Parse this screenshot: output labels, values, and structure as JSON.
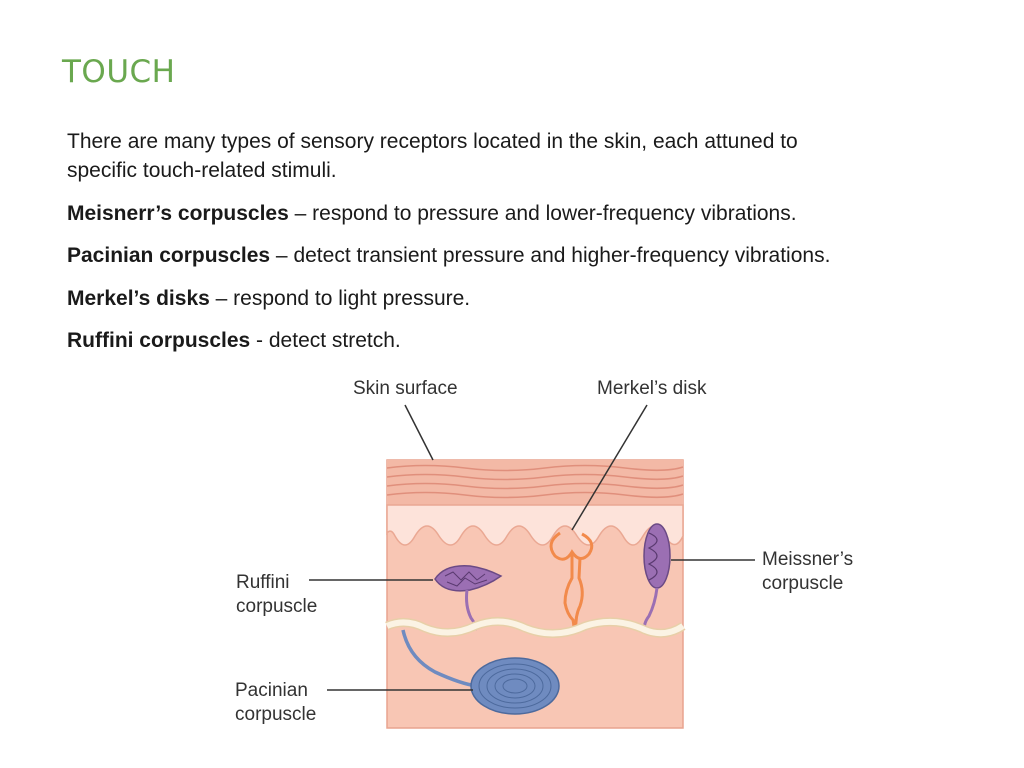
{
  "slide": {
    "title": "TOUCH",
    "intro": "There are many types of sensory receptors located in the skin, each attuned to specific touch-related stimuli.",
    "intro_line1": "There are many types of sensory receptors located in the skin, each attuned to",
    "intro_line2": "specific touch-related stimuli.",
    "items": [
      {
        "term": "Meisnerr’s corpuscles",
        "separator": " – ",
        "description": "respond to pressure and lower-frequency vibrations."
      },
      {
        "term": "Pacinian corpuscles",
        "separator": " – ",
        "description": "detect transient pressure and higher-frequency vibrations."
      },
      {
        "term": "Merkel’s disks",
        "separator": " – ",
        "description": "respond to light pressure."
      },
      {
        "term": "Ruffini corpuscles",
        "separator": " - ",
        "description": "detect stretch."
      }
    ]
  },
  "figure": {
    "labels": {
      "skin_surface": "Skin surface",
      "merkels_disk": "Merkel’s disk",
      "meissner_line1": "Meissner’s",
      "meissner_line2": "corpuscle",
      "ruffini_line1": "Ruffini",
      "ruffini_line2": "corpuscle",
      "pacinian_line1": "Pacinian",
      "pacinian_line2": "corpuscle"
    },
    "colors": {
      "title_green": "#6aa84f",
      "epidermis": "#f3b9a6",
      "epidermis_lines": "#e08f7c",
      "papillae": "#fde3da",
      "dermis": "#f8c6b4",
      "nerve": "#fbf3e4",
      "receptor_purple": "#9b6fb3",
      "merkel_orange": "#f28a4b",
      "pacinian_blue": "#6f8bc0"
    }
  }
}
